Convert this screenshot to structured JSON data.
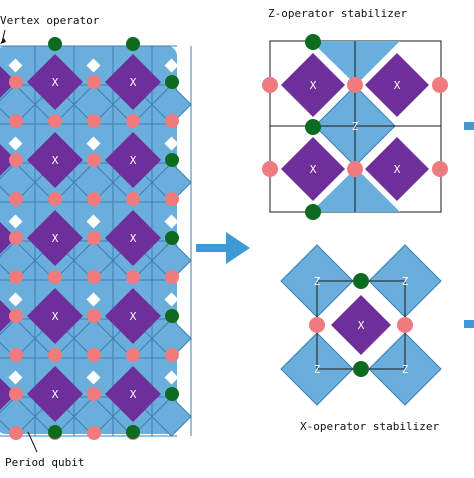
{
  "labels": {
    "vertex_operator": "Vertex operator",
    "z_stabilizer": "Z-operator stabilizer",
    "x_stabilizer": "X-operator stabilizer",
    "period_qubit": "Period qubit",
    "x_symbol": "X",
    "z_symbol": "Z"
  },
  "colors": {
    "light_blue": "#6aaedc",
    "blue_edge": "#3f7fb3",
    "purple": "#6f2f9a",
    "green": "#0d6b1f",
    "pink": "#ef7b7f",
    "arrow": "#3d9ad6",
    "grid_line": "#1a1a1a"
  }
}
